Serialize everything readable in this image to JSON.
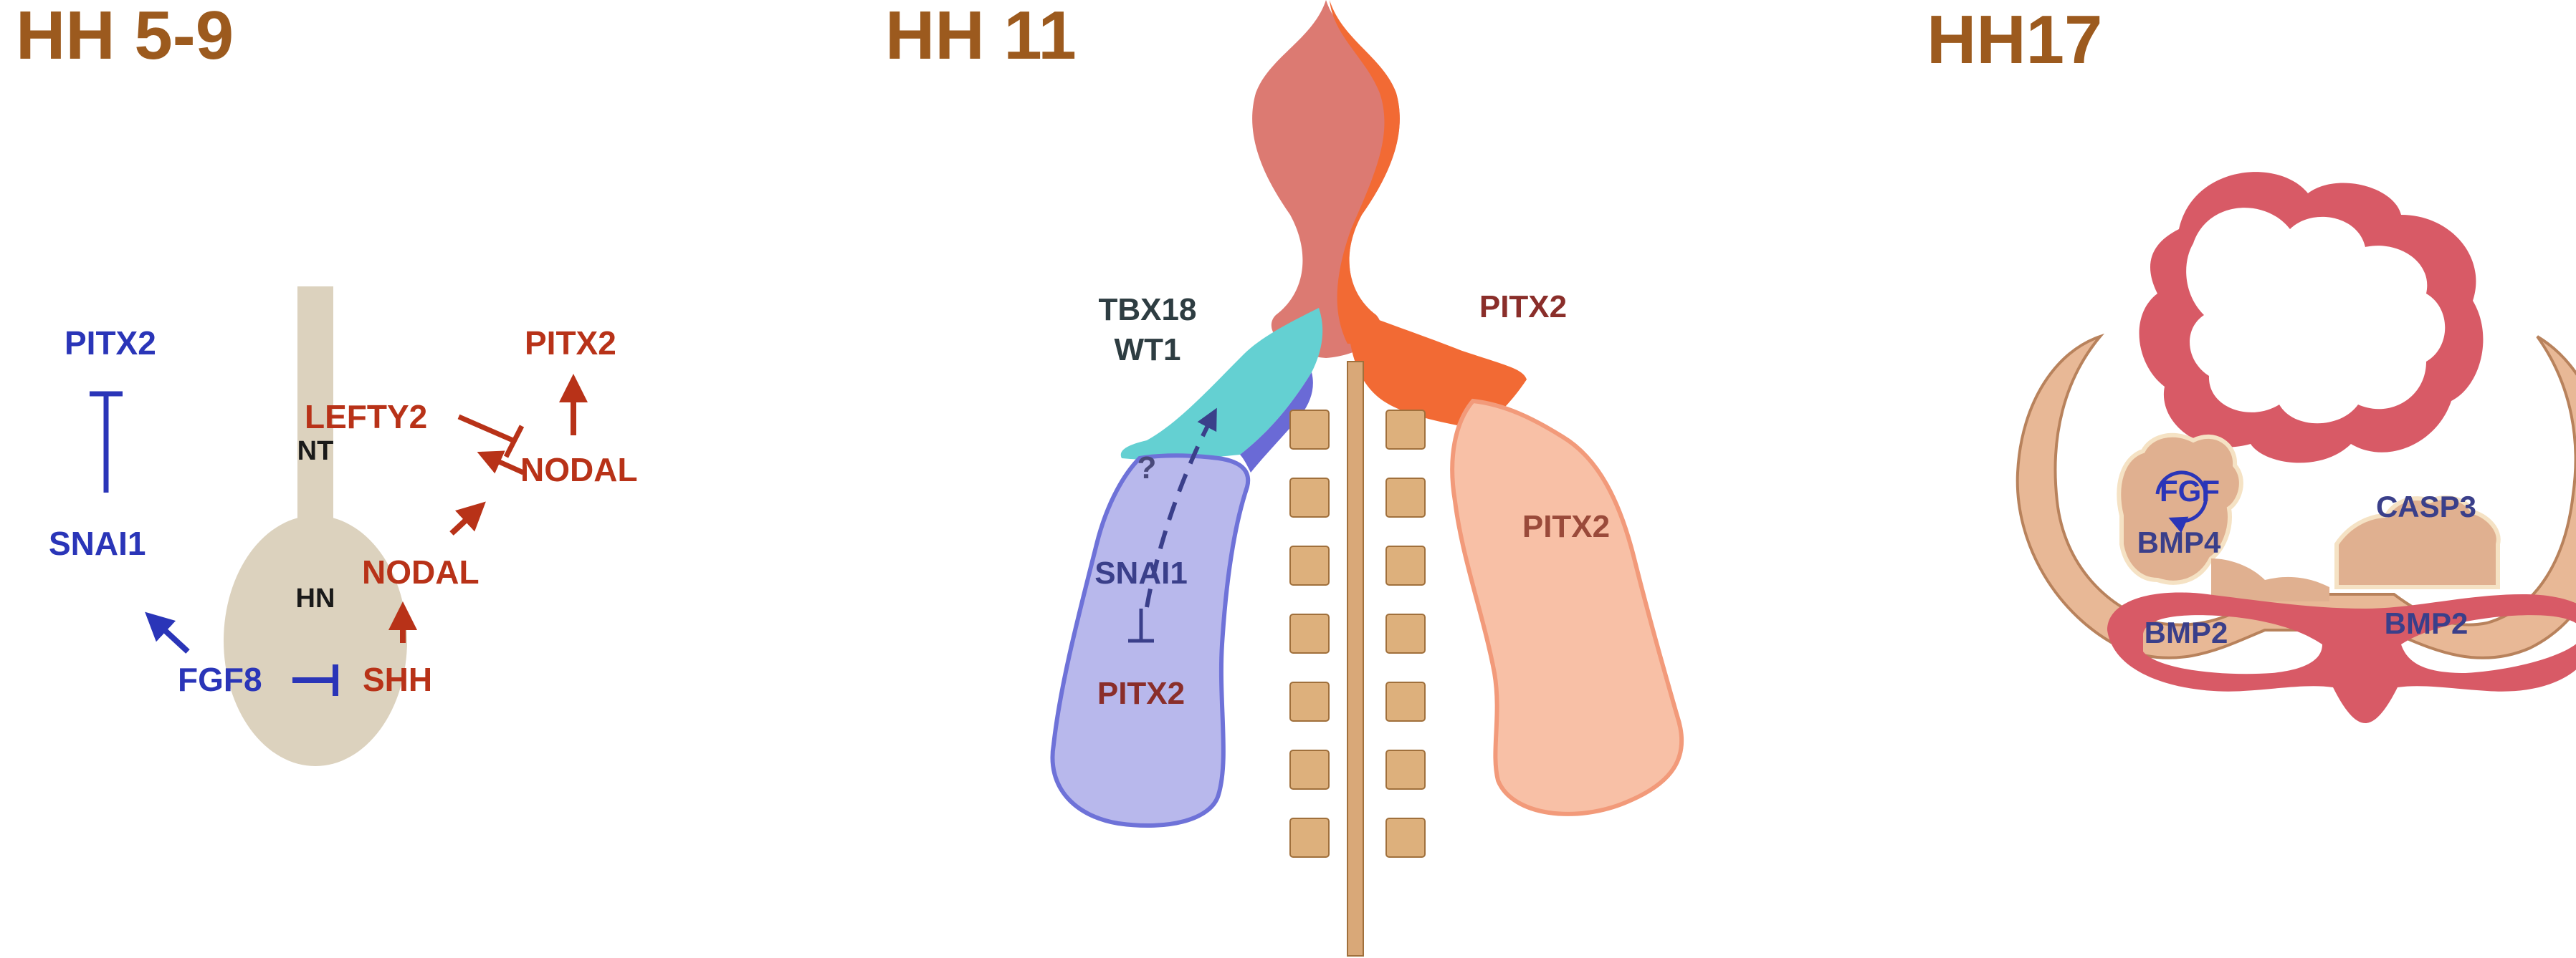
{
  "colors": {
    "title": "#9c5a1e",
    "blue": "#2a35b8",
    "red": "#b83218",
    "dark_teal": "#2e3d42",
    "wine": "#8a2e2a",
    "tan_bg": "#dcd2be",
    "heart_pink": "#dc7a72",
    "heart_orange": "#f26a34",
    "teal": "#64d0d2",
    "lavender": "#b8b8ec",
    "salmon": "#f8c0a6",
    "somite": "#ddb07c",
    "crimson": "#d85a66",
    "peach": "#e8b896"
  },
  "panels": [
    {
      "title": "HH 5-9",
      "labels": {
        "pitx2_left": "PITX2",
        "snai1": "SNAI1",
        "fgf8": "FGF8",
        "nt": "NT",
        "hn": "HN",
        "lefty2": "LEFTY2",
        "pitx2_right": "PITX2",
        "nodal_right": "NODAL",
        "nodal_node": "NODAL",
        "shh": "SHH"
      }
    },
    {
      "title": "HH 11",
      "labels": {
        "tbx18": "TBX18",
        "wt1": "WT1",
        "pitx2_top": "PITX2",
        "question": "?",
        "snai1": "SNAI1",
        "pitx2_left": "PITX2",
        "pitx2_right": "PITX2"
      }
    },
    {
      "title": "HH17",
      "labels": {
        "fgf": "FGF",
        "bmp4": "BMP4",
        "casp3": "CASP3",
        "bmp2_left": "BMP2",
        "bmp2_right": "BMP2"
      }
    }
  ]
}
